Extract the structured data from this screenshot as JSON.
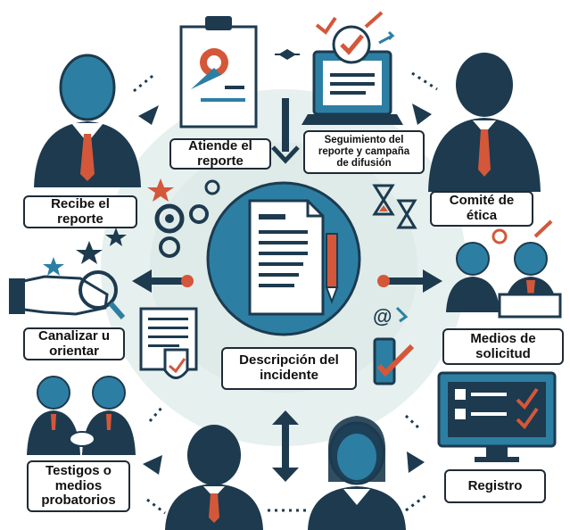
{
  "colors": {
    "navy": "#1d3a4f",
    "blue": "#2c7fa3",
    "red": "#d4573a",
    "pale": "#e6f0ee",
    "white": "#ffffff"
  },
  "labels": {
    "atiende": "Atiende el\nreporte",
    "seguimiento": "Seguimiento del\nreporte y campaña\nde difusión",
    "recibe": "Recibe el\nreporte",
    "comite": "Comité de\nética",
    "canalizar": "Canalizar u\norientar",
    "medios_solicitud": "Medios de\nsolicitud",
    "descripcion": "Descripción del\nincidente",
    "testigos": "Testigos o\nmedios\nprobatorios",
    "registro": "Registro"
  },
  "icons": {
    "center": "document-pen-icon",
    "atiende": "clipboard-icon",
    "seguimiento": "laptop-check-icon",
    "recibe": "person-icon",
    "comite": "person-icon",
    "canalizar": "handshake-icon",
    "medios": "phone-email-icon",
    "registro": "monitor-checklist-icon",
    "testigos": "people-handshake-icon"
  }
}
